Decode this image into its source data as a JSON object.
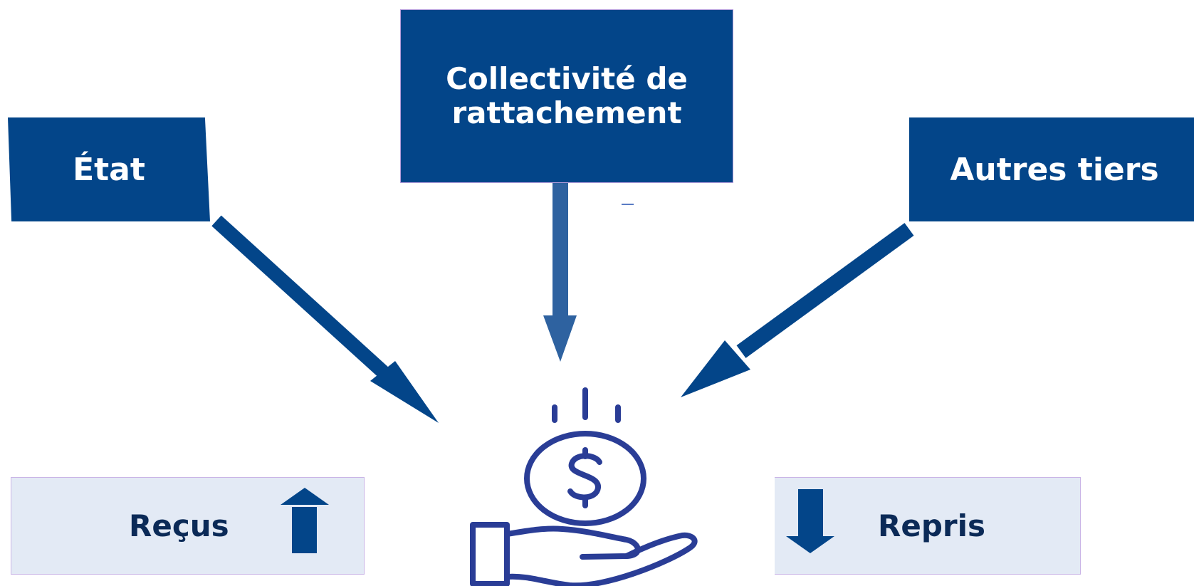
{
  "sources": {
    "etat": "État",
    "collectivite": "Collectivité de rattachement",
    "autres_tiers": "Autres tiers"
  },
  "flows": {
    "recus": "Reçus",
    "repris": "Repris"
  },
  "colors": {
    "primary": "#034589",
    "arrow_center": "#2e62a0",
    "flow_background": "#e3eaf5",
    "flow_text": "#0b2a57",
    "icon": "#2a3d96"
  },
  "icons": {
    "center": "hand-holding-coin-dollar-icon",
    "recus_indicator": "arrow-up-icon",
    "repris_indicator": "arrow-down-icon"
  }
}
